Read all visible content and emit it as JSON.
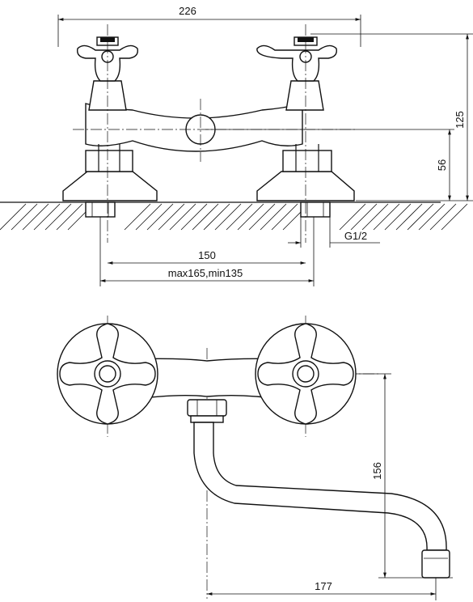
{
  "dimensions": {
    "overall_width": "226",
    "total_height": "125",
    "base_height": "56",
    "center_distance": "150",
    "center_range": "max165,min135",
    "thread": "G1/2",
    "spout_height": "156",
    "spout_reach": "177"
  },
  "colors": {
    "line": "#111111",
    "background": "#ffffff"
  }
}
